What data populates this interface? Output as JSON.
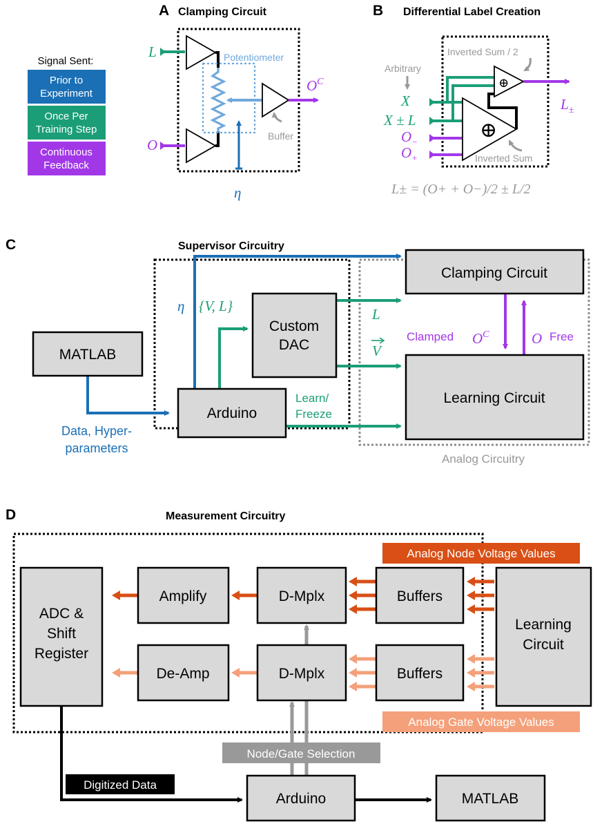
{
  "colors": {
    "blue": "#1a6fb5",
    "green": "#1b9e77",
    "purple": "#a237e8",
    "light_blue": "#6fa8dc",
    "dark_orange": "#d94f15",
    "light_orange": "#f4a07a",
    "gray": "#999999",
    "box_fill": "#d9d9d9"
  },
  "legend": {
    "heading": "Signal Sent:",
    "items": [
      {
        "line1": "Prior to",
        "line2": "Experiment",
        "color": "#1a6fb5"
      },
      {
        "line1": "Once Per",
        "line2": "Training Step",
        "color": "#1b9e77"
      },
      {
        "line1": "Continuous",
        "line2": "Feedback",
        "color": "#a237e8"
      }
    ]
  },
  "panel_a": {
    "letter": "A",
    "title": "Clamping Circuit",
    "input_L": "L",
    "input_O": "O",
    "input_eta": "η",
    "output": "O",
    "output_sup": "C",
    "potentiometer": "Potentiometer",
    "buffer": "Buffer"
  },
  "panel_b": {
    "letter": "B",
    "title": "Differential Label Creation",
    "arbitrary": "Arbitrary",
    "inverted_sum_half": "Inverted Sum / 2",
    "inverted_sum": "Inverted Sum",
    "in_x": "X",
    "in_x_pm_l": "X ± L",
    "in_o_minus": "O",
    "in_o_minus_sub": "−",
    "in_o_plus": "O",
    "in_o_plus_sub": "+",
    "out": "L",
    "out_sub": "±",
    "plus_symbol": "⊕",
    "formula": "L± = (O+ + O−)/2 ± L/2"
  },
  "panel_c": {
    "letter": "C",
    "title": "Supervisor Circuitry",
    "matlab": "MATLAB",
    "arduino": "Arduino",
    "dac_line1": "Custom",
    "dac_line2": "DAC",
    "clamping": "Clamping Circuit",
    "learning": "Learning Circuit",
    "eta": "η",
    "vl_set": "{V, L}",
    "L": "L",
    "V": "V",
    "learn_line1": "Learn/",
    "learn_line2": "Freeze",
    "clamped": "Clamped",
    "clamped_sym": "O",
    "clamped_sup": "C",
    "free_sym": "O",
    "free": "Free",
    "data_line1": "Data, Hyper-",
    "data_line2": "parameters",
    "analog": "Analog Circuitry"
  },
  "panel_d": {
    "letter": "D",
    "title": "Measurement Circuitry",
    "adc_line1": "ADC &",
    "adc_line2": "Shift",
    "adc_line3": "Register",
    "amplify": "Amplify",
    "deamp": "De-Amp",
    "dmplx": "D-Mplx",
    "buffers": "Buffers",
    "learning_line1": "Learning",
    "learning_line2": "Circuit",
    "node_values": "Analog Node Voltage Values",
    "gate_values": "Analog Gate Voltage Values",
    "selection": "Node/Gate Selection",
    "digitized": "Digitized Data",
    "arduino": "Arduino",
    "matlab": "MATLAB"
  }
}
